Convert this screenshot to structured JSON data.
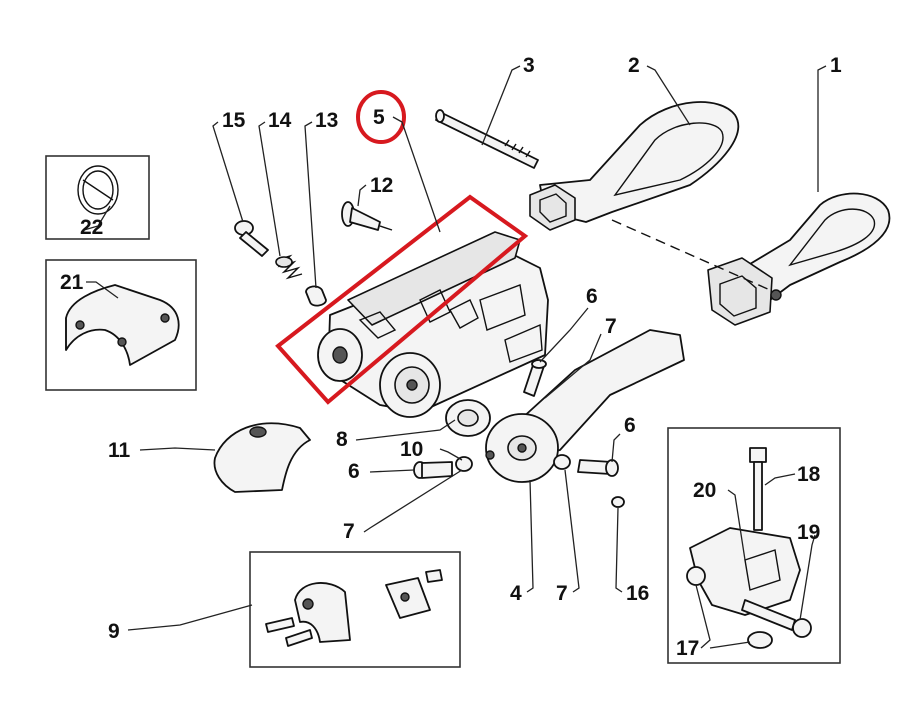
{
  "labels": {
    "l1": "1",
    "l2": "2",
    "l3": "3",
    "l4": "4",
    "l5": "5",
    "l6a": "6",
    "l6b": "6",
    "l6c": "6",
    "l7a": "7",
    "l7b": "7",
    "l7c": "7",
    "l8": "8",
    "l9": "9",
    "l10": "10",
    "l11": "11",
    "l12": "12",
    "l13": "13",
    "l14": "14",
    "l15": "15",
    "l16": "16",
    "l17": "17",
    "l18": "18",
    "l19": "19",
    "l20": "20",
    "l21": "21",
    "l22": "22"
  },
  "colors": {
    "highlight": "#d7191f",
    "ink": "#111111"
  }
}
